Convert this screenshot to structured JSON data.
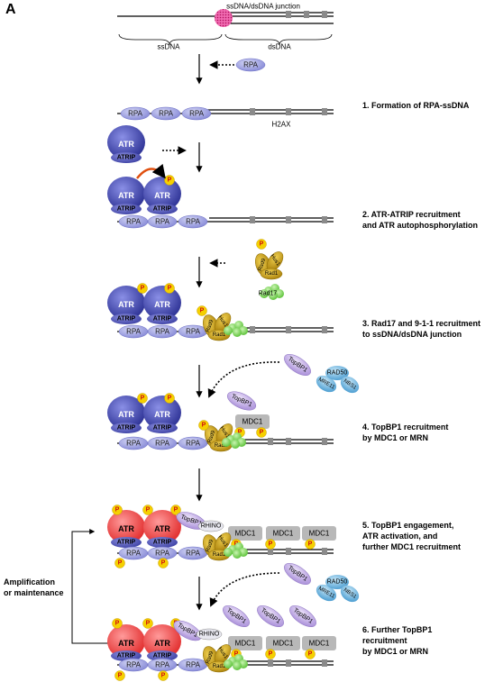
{
  "panel_label": "A",
  "junction_label": "ssDNA/dsDNA junction",
  "ssdna_label": "ssDNA",
  "dsdna_label": "dsDNA",
  "h2ax_label": "H2AX",
  "proteins": {
    "rpa": "RPA",
    "atr": "ATR",
    "atrip": "ATRIP",
    "p": "P",
    "rad9": "Rad9",
    "hus1": "Hus1",
    "rad1": "Rad1",
    "rad17": "Rad17",
    "topbp1": "TopBP1",
    "rad50": "RAD50",
    "mre11": "MRE11",
    "nbs1": "NBS1",
    "mdc1": "MDC1",
    "rhino": "RHINO"
  },
  "steps": [
    {
      "line1": "1. Formation of RPA-ssDNA",
      "line2": ""
    },
    {
      "line1": "2. ATR-ATRIP recruitment",
      "line2": "and ATR autophosphorylation"
    },
    {
      "line1": "3. Rad17 and 9-1-1 recruitment",
      "line2": "to ssDNA/dsDNA junction"
    },
    {
      "line1": "4. TopBP1 recruitment",
      "line2": "by MDC1 or MRN"
    },
    {
      "line1": "5. TopBP1 engagement,",
      "line2": "ATR activation, and",
      "line3": "further MDC1 recruitment"
    },
    {
      "line1": "6. Further TopBP1",
      "line2": "recruitment",
      "line3": "by MDC1 or MRN"
    }
  ],
  "amplification": {
    "line1": "Amplification",
    "line2": "or maintenance"
  },
  "colors": {
    "rpa": "#9b9ee0",
    "atr_blue": "#3a3fa8",
    "atr_red": "#f04848",
    "nine11": "#c8a010",
    "rad17": "#7ed858",
    "topbp1": "#c0a8e8",
    "mrn": "#6ab4e0",
    "mdc1": "#b8b8b8",
    "phospho": "#f5d000",
    "junction": "#e0208a"
  }
}
